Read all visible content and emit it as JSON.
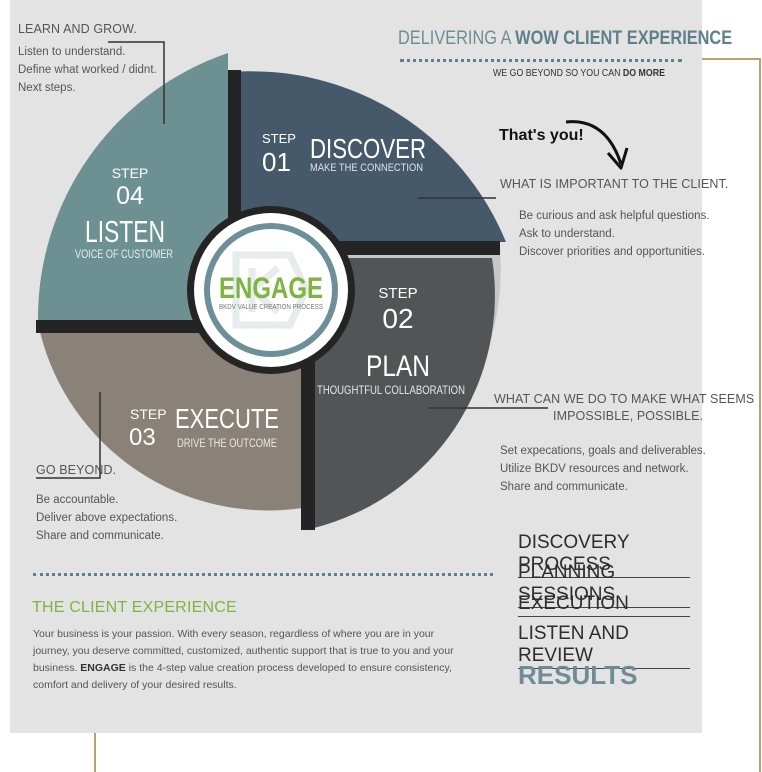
{
  "header": {
    "title_prefix": "DELIVERING A ",
    "title_bold": "WOW CLIENT EXPERIENCE",
    "subtitle_prefix": "WE GO BEYOND SO YOU CAN ",
    "subtitle_bold": "DO MORE"
  },
  "learn": {
    "heading": "LEARN AND GROW.",
    "lines": [
      "Listen to understand.",
      "Define what worked / didnt.",
      "Next steps."
    ]
  },
  "callout": "That's you!",
  "important": {
    "heading": "WHAT IS IMPORTANT TO THE CLIENT.",
    "lines": [
      "Be curious and ask helpful questions.",
      "Ask to understand.",
      "Discover priorities and opportunities."
    ]
  },
  "possible": {
    "heading_1": "WHAT CAN WE DO TO MAKE WHAT SEEMS",
    "heading_2": "IMPOSSIBLE, POSSIBLE.",
    "lines": [
      "Set expecations, goals and deliverables.",
      "Utilize BKDV resources and network.",
      "Share and communicate."
    ]
  },
  "beyond": {
    "heading": "GO BEYOND.",
    "lines": [
      "Be accountable.",
      "Deliver above expectations.",
      "Share and communicate."
    ]
  },
  "steps": [
    {
      "step_word": "STEP",
      "number": "01",
      "title": "DISCOVER",
      "subtitle": "MAKE THE CONNECTION"
    },
    {
      "step_word": "STEP",
      "number": "02",
      "title": "PLAN",
      "subtitle": "THOUGHTFUL COLLABORATION"
    },
    {
      "step_word": "STEP",
      "number": "03",
      "title": "EXECUTE",
      "subtitle": "DRIVE THE OUTCOME"
    },
    {
      "step_word": "STEP",
      "number": "04",
      "title": "LISTEN",
      "subtitle": "VOICE OF CUSTOMER"
    }
  ],
  "center": {
    "title": "ENGAGE",
    "subtitle": "BKDV VALUE CREATION PROCESS"
  },
  "client_experience": {
    "heading": "THE CLIENT EXPERIENCE",
    "lines": [
      "Your business is your passion. With every season, regardless of where you are in your",
      "journey, you deserve committed, customized, authentic support that is true to you and your",
      "business. ",
      " is the 4-step value creation process developed to ensure consistency,",
      "comfort and delivery of your desired results."
    ],
    "bold_word": "ENGAGE"
  },
  "process_list": [
    "DISCOVERY PROCESS",
    "PLANNING SESSIONS",
    "EXECUTION",
    "LISTEN AND REVIEW"
  ],
  "results": "RESULTS",
  "colors": {
    "discover": "#45596b",
    "plan": "#535455",
    "execute": "#8a8178",
    "listen": "#6d9192",
    "green": "#7fb342",
    "teal_text": "#5f7f8c",
    "gold": "#b9a36c"
  }
}
